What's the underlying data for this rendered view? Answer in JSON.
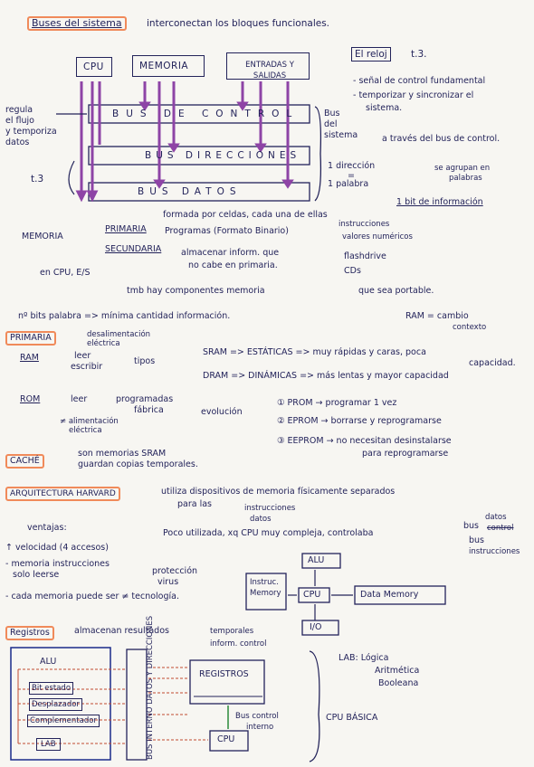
{
  "header": {
    "title": "Buses del sistema",
    "subtitle": "interconectan los bloques funcionales."
  },
  "top_diagram": {
    "units": [
      "CPU",
      "MEMORIA",
      "ENTRADAS Y SALIDAS"
    ],
    "buses": [
      "BUS DE CONTROL",
      "BUS DIRECCIONES",
      "BUS DATOS"
    ],
    "left_note": [
      "regula",
      "el flujo",
      "y temporiza",
      "datos"
    ],
    "left_label": "t.3",
    "right_label": [
      "Bus",
      "del",
      "sistema"
    ],
    "reloj": "El reloj",
    "reloj_ref": "t.3.",
    "reloj_points": [
      "- señal de control fundamental",
      "- temporizar y sincronizar el",
      "sistema.",
      "a través del bus de control."
    ],
    "direccion": [
      "1 dirección",
      "=",
      "1 palabra"
    ],
    "agrupan": [
      "se agrupan en",
      "palabras"
    ],
    "bit_info": "1 bit de información"
  },
  "memoria": {
    "label": "MEMORIA",
    "primaria": "PRIMARIA",
    "primaria_desc": "formada por celdas, cada una de ellas",
    "programas": "Programas (Formato Binario)",
    "instr": [
      "instrucciones",
      "valores numéricos"
    ],
    "secundaria": "SECUNDARIA",
    "secundaria_desc": [
      "almacenar inform. que",
      "no cabe en primaria."
    ],
    "sec_items": [
      "flashdrive",
      "CDs",
      "que sea portable."
    ],
    "cpu_es": "en CPU, E/S",
    "tmb": "tmb hay componentes memoria",
    "bits_palabra": "nº bits palabra => mínima cantidad información.",
    "ram_cambio": [
      "RAM = cambio",
      "contexto"
    ]
  },
  "primaria_section": {
    "label": "PRIMARIA",
    "alim": [
      "desalimentación",
      "eléctrica"
    ],
    "ram": "RAM",
    "leer": [
      "leer",
      "escribir"
    ],
    "tipos": "tipos",
    "sram": "SRAM => ESTÁTICAS => muy rápidas y caras, poca",
    "sram2": "capacidad.",
    "dram": "DRAM => DINÁMICAS => más lentas y mayor capacidad",
    "rom": "ROM",
    "rom_leer": "leer",
    "programadas": [
      "programadas",
      "fábrica"
    ],
    "alim2": [
      "≠ alimentación",
      "eléctrica"
    ],
    "evolucion": "evolución",
    "evo": [
      "① PROM → programar 1 vez",
      "② EPROM → borrarse y reprogramarse",
      "③ EEPROM → no necesitan desinstalarse",
      "para reprogramarse"
    ]
  },
  "cache": {
    "label": "CACHÉ",
    "desc": [
      "son memorias SRAM",
      "guardan copias temporales."
    ]
  },
  "harvard": {
    "label": "ARQUITECTURA HARVARD",
    "desc": "utiliza dispositivos de memoria físicamente separados",
    "desc2": [
      "para las",
      "instrucciones",
      "datos"
    ],
    "ventajas": "ventajas:",
    "poco": "Poco utilizada, xq CPU muy compleja, controlaba",
    "bus_list": [
      "bus",
      "datos",
      "control",
      "bus",
      "instrucciones"
    ],
    "adv": [
      "↑ velocidad (4 accesos)",
      "- memoria instrucciones",
      "solo leerse",
      "- cada memoria puede ser ≠ tecnología."
    ],
    "proteccion": [
      "protección",
      "virus"
    ],
    "diagram": [
      "ALU",
      "CPU",
      "Data Memory",
      "I/O",
      "Instruc. Memory"
    ]
  },
  "registros": {
    "label": "Registros",
    "desc": "almacenan resultados",
    "temp": [
      "temporales",
      "inform. control"
    ],
    "alu_box": "ALU",
    "inner": [
      "Bit estado",
      "Desplazador",
      "Complementador",
      "LAB"
    ],
    "bus_interno": "BUS INTERNO DATOS Y DIRECCIONES",
    "regs_box": "REGISTROS",
    "cpu_box": "CPU",
    "bus_ctrl": [
      "Bus control",
      "interno"
    ],
    "lab": [
      "LAB: Lógica",
      "Aritmética",
      "Booleana"
    ],
    "cpu_basica": "CPU BÁSICA"
  }
}
